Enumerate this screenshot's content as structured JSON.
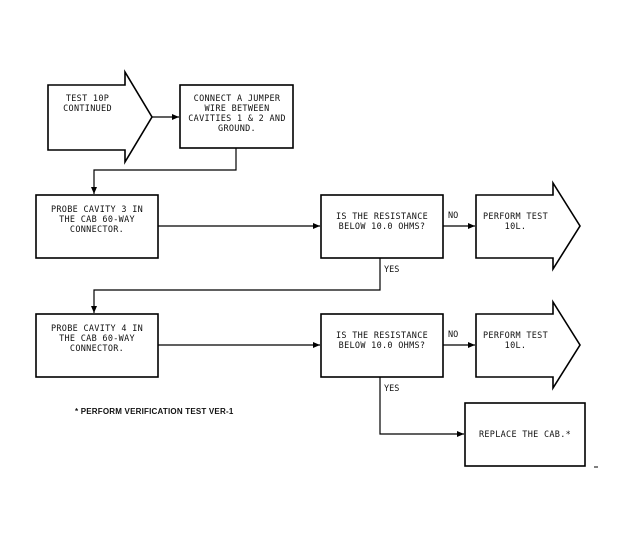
{
  "steps": {
    "start_arrow": "TEST 10P\nCONTINUED",
    "connect_jumper": "CONNECT A JUMPER\nWIRE BETWEEN\nCAVITIES 1 & 2 AND\nGROUND.",
    "probe_cavity_3": "PROBE CAVITY 3 IN\nTHE CAB 60-WAY\nCONNECTOR.",
    "decision_1": "IS THE RESISTANCE\nBELOW 10.0 OHMS?",
    "perform_test_1": "PERFORM TEST\n10L.",
    "probe_cavity_4": "PROBE CAVITY 4 IN\nTHE CAB 60-WAY\nCONNECTOR.",
    "decision_2": "IS THE RESISTANCE\nBELOW 10.0 OHMS?",
    "perform_test_2": "PERFORM TEST\n10L.",
    "replace_cab": "REPLACE THE CAB.*"
  },
  "branch_labels": {
    "no_1": "NO",
    "yes_1": "YES",
    "no_2": "NO",
    "yes_2": "YES"
  },
  "footnote": "* PERFORM VERIFICATION TEST VER-1"
}
